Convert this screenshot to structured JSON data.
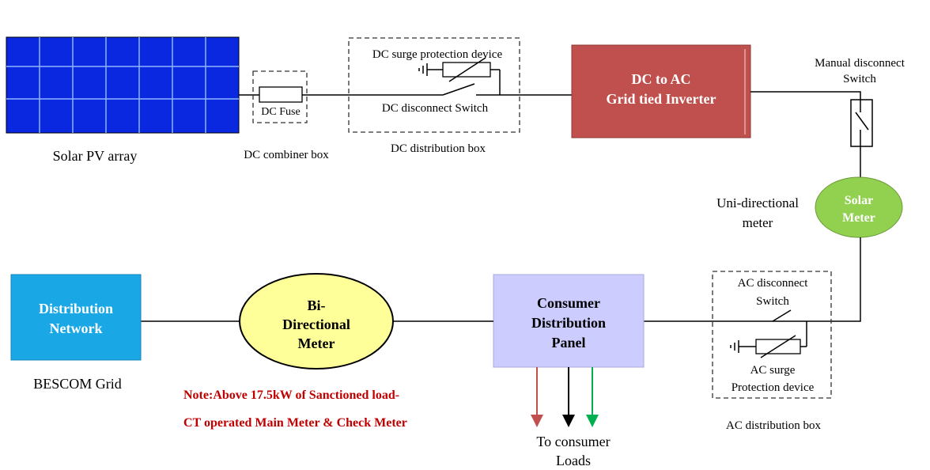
{
  "labels": {
    "solar_array": "Solar PV array",
    "dc_fuse": "DC Fuse",
    "dc_combiner": "DC combiner box",
    "dc_spd": "DC surge protection device",
    "dc_switch": "DC disconnect Switch",
    "dc_distribution": "DC distribution box",
    "inverter_line1": "DC to AC",
    "inverter_line2": "Grid tied Inverter",
    "manual_line1": "Manual disconnect",
    "manual_line2": "Switch",
    "solar_meter_line1": "Solar",
    "solar_meter_line2": "Meter",
    "unidir_line1": "Uni-directional",
    "unidir_line2": "meter",
    "distribution_line1": "Distribution",
    "distribution_line2": "Network",
    "bescom": "BESCOM Grid",
    "bidir_line1": "Bi-",
    "bidir_line2": "Directional",
    "bidir_line3": "Meter",
    "note_line1": "Note:Above 17.5kW of Sanctioned load-",
    "note_line2": "CT operated Main Meter & Check Meter",
    "panel_line1": "Consumer",
    "panel_line2": "Distribution",
    "panel_line3": "Panel",
    "loads_line1": "To consumer",
    "loads_line2": "Loads",
    "ac_switch_line1": "AC disconnect",
    "ac_switch_line2": "Switch",
    "ac_spd_line1": "AC surge",
    "ac_spd_line2": "Protection device",
    "ac_distribution": "AC distribution box"
  },
  "colors": {
    "solar_panel": "#0a28e0",
    "inverter": "#c0504d",
    "solar_meter": "#92d050",
    "distribution_network": "#1aa7e6",
    "bidirectional_meter": "#ffff99",
    "consumer_panel": "#ccccff",
    "note_text": "#c00000",
    "arrow_red": "#c0504d",
    "arrow_black": "#000000",
    "arrow_green": "#00b050"
  },
  "icons": {
    "ground": "ground-icon",
    "varistor": "varistor-icon",
    "switch": "switch-icon"
  }
}
